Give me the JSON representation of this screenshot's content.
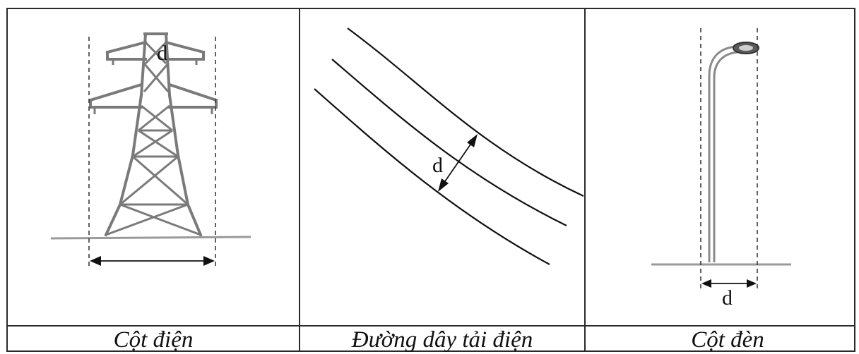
{
  "panels": [
    {
      "caption": "Cột điện",
      "dimension_label": "d"
    },
    {
      "caption": "Đường dây tải điện",
      "dimension_label": "d"
    },
    {
      "caption": "Cột đèn",
      "dimension_label": "d"
    }
  ]
}
